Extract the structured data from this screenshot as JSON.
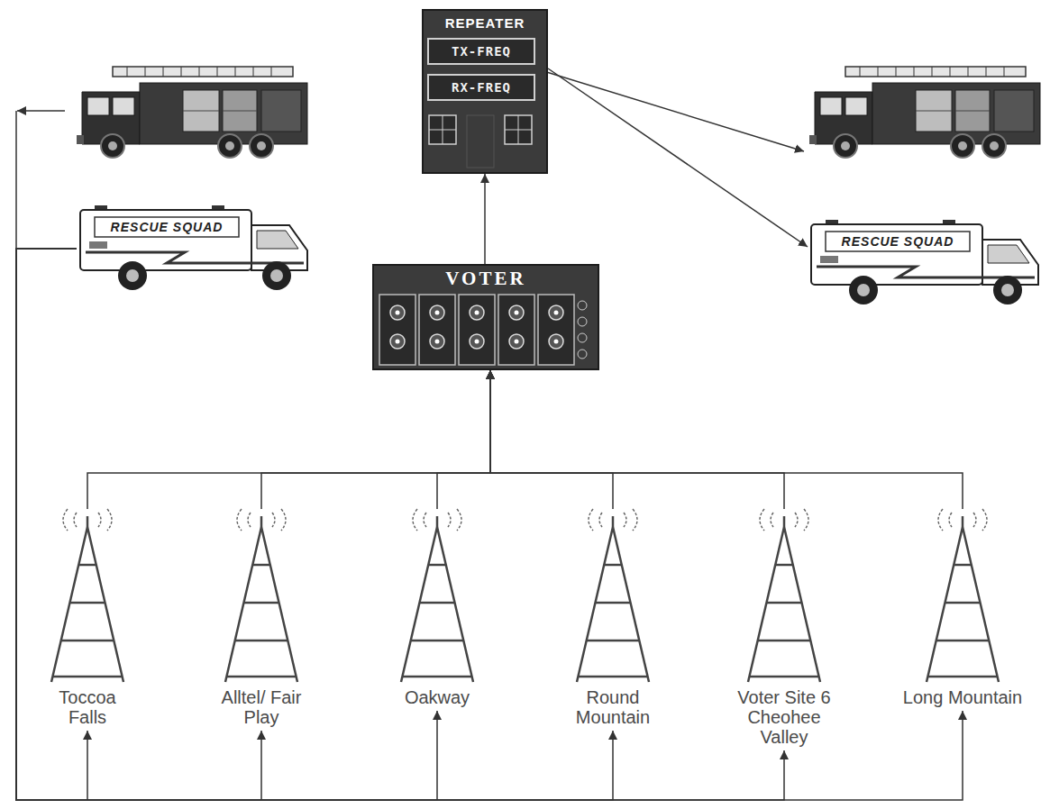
{
  "diagram": {
    "nodes": [
      {
        "text": [
          "REPEATER"
        ]
      },
      {
        "text": [
          "TX-FREQ"
        ],
        "in": 0
      },
      {
        "text": [
          "RX-FREQ"
        ],
        "in": 0
      },
      {
        "text": [
          "RESCUE SQUAD"
        ]
      },
      {
        "text": [
          "RESCUE SQUAD"
        ]
      },
      {
        "text": [
          "VOTER"
        ]
      },
      {
        "text": [
          "Toccoa Falls"
        ]
      },
      {
        "text": [
          "Alltel/ Fair Play"
        ]
      },
      {
        "text": [
          "Oakway"
        ]
      },
      {
        "text": [
          "Round Mountain"
        ]
      },
      {
        "text": [
          "Voter Site 6 Cheohee Valley"
        ]
      },
      {
        "text": [
          "Long Mountain"
        ]
      }
    ],
    "edges": [
      {
        "from": 6,
        "to": 5,
        "arrow": "to"
      },
      {
        "from": 7,
        "to": 5,
        "arrow": "to"
      },
      {
        "from": 8,
        "to": 5,
        "arrow": "to"
      },
      {
        "from": 9,
        "to": 5,
        "arrow": "to"
      },
      {
        "from": 10,
        "to": 5,
        "arrow": "to"
      },
      {
        "from": 11,
        "to": 5,
        "arrow": "to"
      },
      {
        "from": 5,
        "to": 0,
        "arrow": "to"
      },
      {
        "from": 0,
        "to": 4,
        "arrow": "to"
      },
      {
        "from": 3,
        "to": 6,
        "arrow": "to"
      },
      {
        "from": 3,
        "to": 7,
        "arrow": "to"
      },
      {
        "from": 3,
        "to": 8,
        "arrow": "to"
      },
      {
        "from": 3,
        "to": 9,
        "arrow": "to"
      },
      {
        "from": 3,
        "to": 10,
        "arrow": "to"
      },
      {
        "from": 3,
        "to": 11,
        "arrow": "to"
      }
    ]
  }
}
